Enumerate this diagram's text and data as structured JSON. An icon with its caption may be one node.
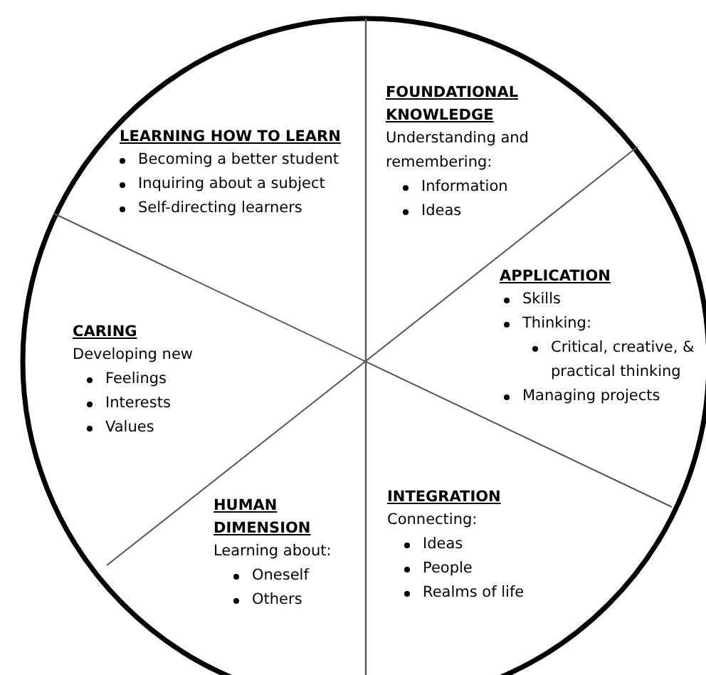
{
  "diagram": {
    "nodes": [
      {
        "text": [
          "FOUNDATIONAL KNOWLEDGE",
          "Understanding and remembering:",
          "Information",
          "Ideas"
        ]
      },
      {
        "text": [
          "LEARNING HOW TO LEARN",
          "Becoming a better student",
          "Inquiring about a subject",
          "Self-directing learners"
        ]
      },
      {
        "text": [
          "APPLICATION",
          "Skills",
          "Thinking:",
          "Critical, creative, & practical thinking",
          "Managing projects"
        ]
      },
      {
        "text": [
          "CARING",
          "Developing new",
          "Feelings",
          "Interests",
          "Values"
        ]
      },
      {
        "text": [
          "INTEGRATION",
          "Connecting:",
          "Ideas",
          "People",
          "Realms of life"
        ]
      },
      {
        "text": [
          "HUMAN DIMENSION",
          "Learning about:",
          "Oneself",
          "Others"
        ]
      }
    ]
  }
}
